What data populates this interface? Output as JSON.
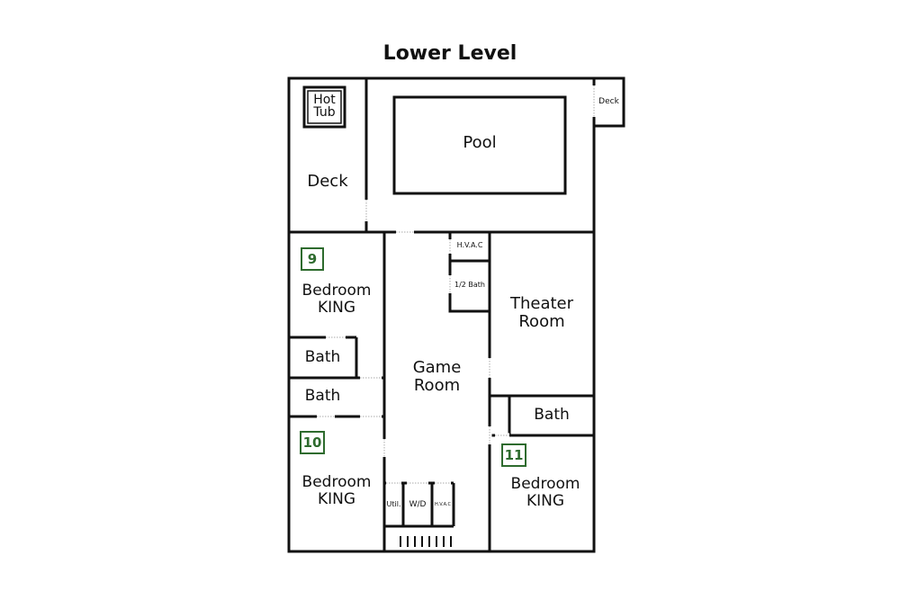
{
  "title": "Lower Level",
  "rooms": {
    "hot_tub": [
      "Hot",
      "Tub"
    ],
    "deck_left": "Deck",
    "pool": "Pool",
    "deck_small": "Deck",
    "bedroom_9": {
      "number": "9",
      "name": "Bedroom",
      "bed": "KING"
    },
    "bath_1": "Bath",
    "bath_2": "Bath",
    "bedroom_10": {
      "number": "10",
      "name": "Bedroom",
      "bed": "KING"
    },
    "hvac_top": "H.V.A.C",
    "half_bath": "1/2 Bath",
    "game_room": [
      "Game",
      "Room"
    ],
    "util": "Util.",
    "wd": "W/D",
    "hvac_small": "H.V.A.C",
    "theater": [
      "Theater",
      "Room"
    ],
    "bath_3": "Bath",
    "bedroom_11": {
      "number": "11",
      "name": "Bedroom",
      "bed": "KING"
    }
  },
  "colors": {
    "wall": "#111111",
    "door": "#aaaaaa",
    "badge": "#2e6b2e"
  }
}
